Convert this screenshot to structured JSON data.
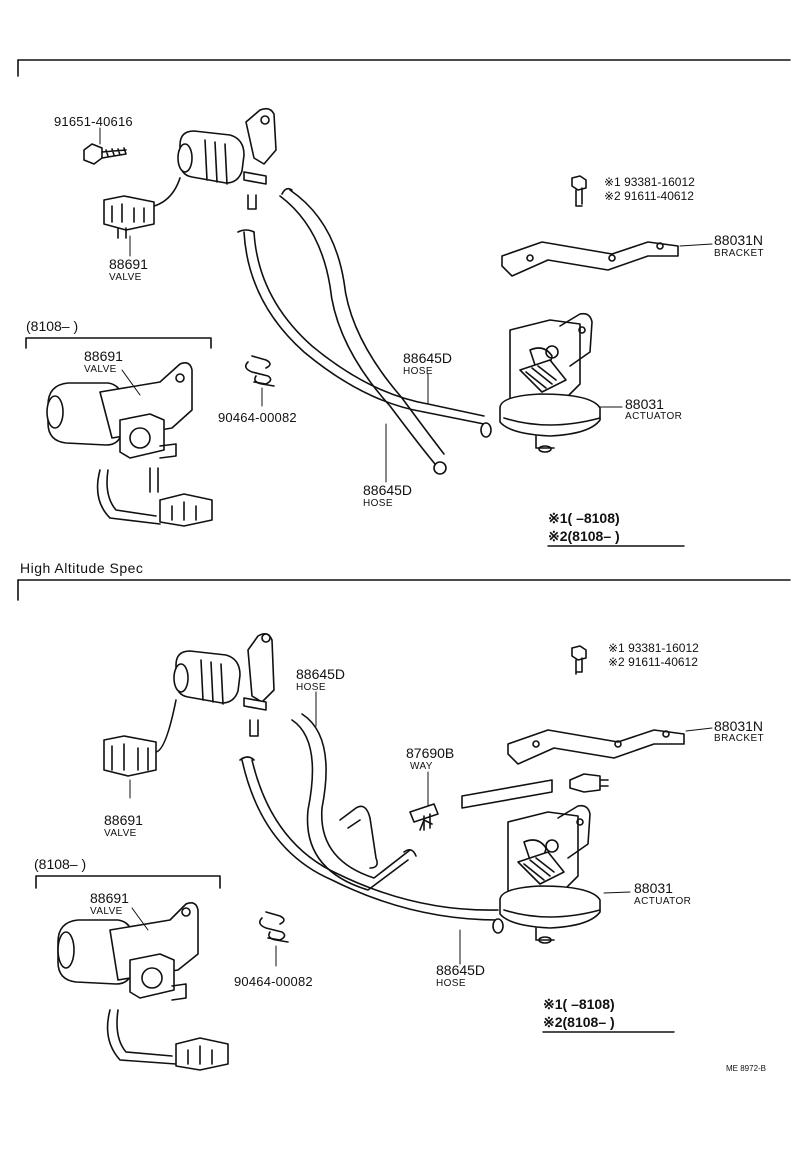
{
  "section2_title": "High  Altitude  Spec",
  "diagram_code": "ME  8972-B",
  "top": {
    "bolt_pn": "91651-40616",
    "valve_pn": "88691",
    "valve_name": "VALVE",
    "range_label": "(8108–      )",
    "valve2_pn": "88691",
    "valve2_name": "VALVE",
    "clip_pn": "90464-00082",
    "hose1_pn": "88645D",
    "hose1_name": "HOSE",
    "hose2_pn": "88645D",
    "hose2_name": "HOSE",
    "actuator_pn": "88031",
    "actuator_name": "ACTUATOR",
    "bracket_pn": "88031N",
    "bracket_name": "BRACKET",
    "note1": "※1 93381-16012",
    "note2": "※2 91611-40612",
    "legend1": "※1(        –8108)",
    "legend2": "※2(8108–        )"
  },
  "bottom": {
    "valve_pn": "88691",
    "valve_name": "VALVE",
    "range_label": "(8108–      )",
    "valve2_pn": "88691",
    "valve2_name": "VALVE",
    "clip_pn": "90464-00082",
    "hose1_pn": "88645D",
    "hose1_name": "HOSE",
    "hose2_pn": "88645D",
    "hose2_name": "HOSE",
    "way_pn": "87690B",
    "way_name": "WAY",
    "actuator_pn": "88031",
    "actuator_name": "ACTUATOR",
    "bracket_pn": "88031N",
    "bracket_name": "BRACKET",
    "note1": "※1 93381-16012",
    "note2": "※2 91611-40612",
    "legend1": "※1(        –8108)",
    "legend2": "※2(8108–        )"
  }
}
